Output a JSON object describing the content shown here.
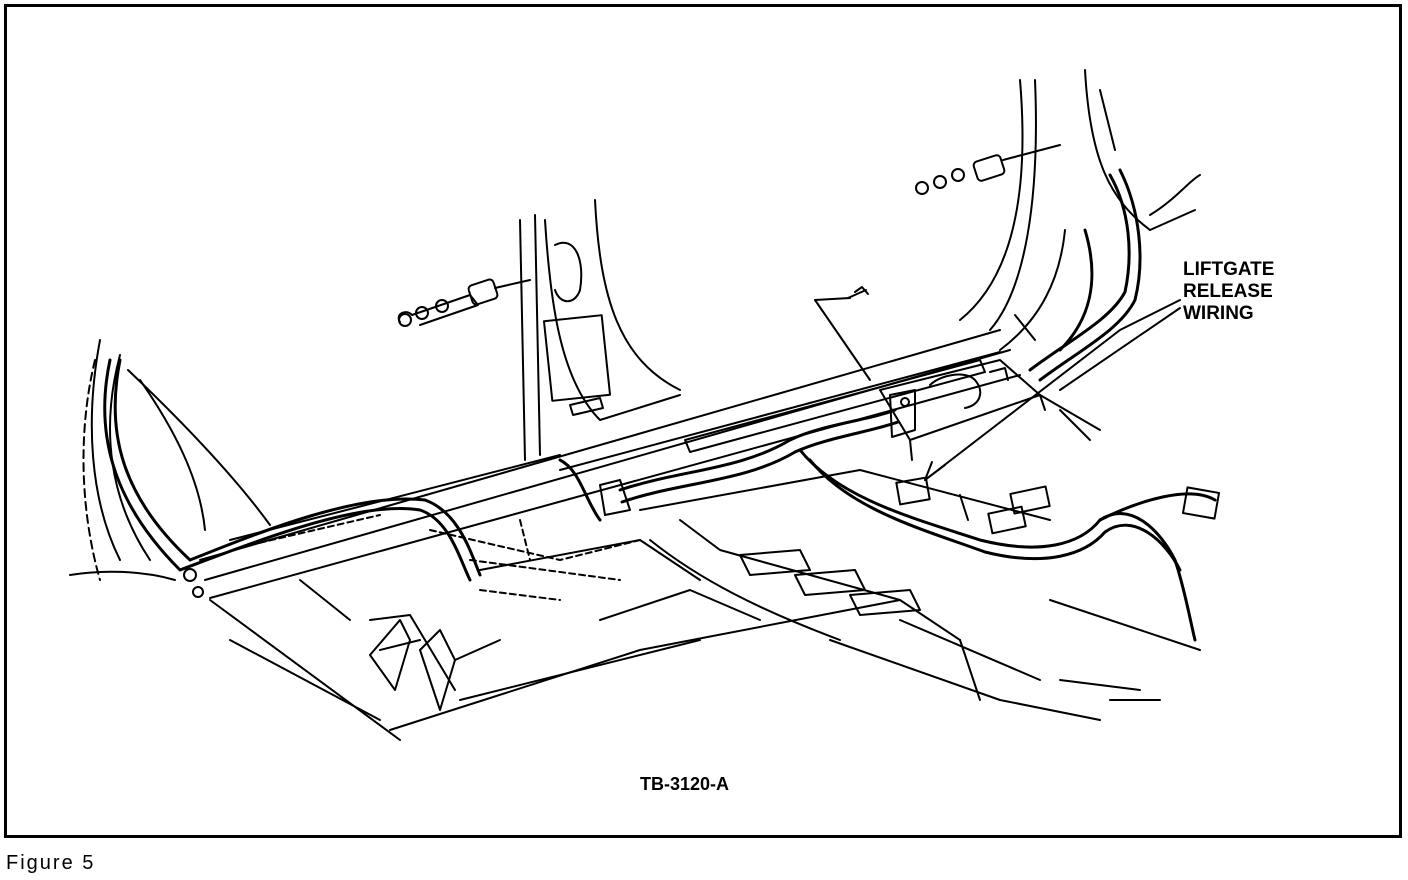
{
  "figure": {
    "callout_lines": [
      "LIFTGATE",
      "RELEASE",
      "WIRING"
    ],
    "drawing_code": "TB-3120-A",
    "caption": "Figure 5"
  },
  "colors": {
    "ink": "#000000",
    "paper": "#ffffff"
  }
}
